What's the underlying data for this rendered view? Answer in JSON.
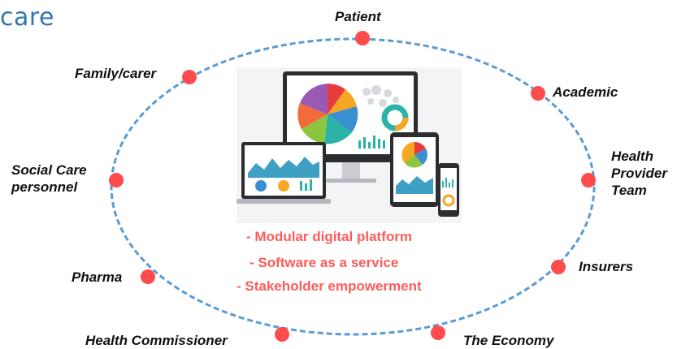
{
  "title_fragment": "care",
  "stakeholders": [
    "Patient",
    "Academic",
    "Health\nProvider\nTeam",
    "Insurers",
    "The Economy",
    "Health Commissioner",
    "Pharma",
    "Social Care\npersonnel",
    "Family/carer"
  ],
  "platform_points": [
    "- Modular digital platform",
    "- Software as a service",
    "- Stakeholder empowerment"
  ],
  "colors": {
    "ring": "#5b9bd5",
    "node": "#ff4b4b",
    "title": "#2e75b6",
    "points": "#ff5b5b"
  }
}
